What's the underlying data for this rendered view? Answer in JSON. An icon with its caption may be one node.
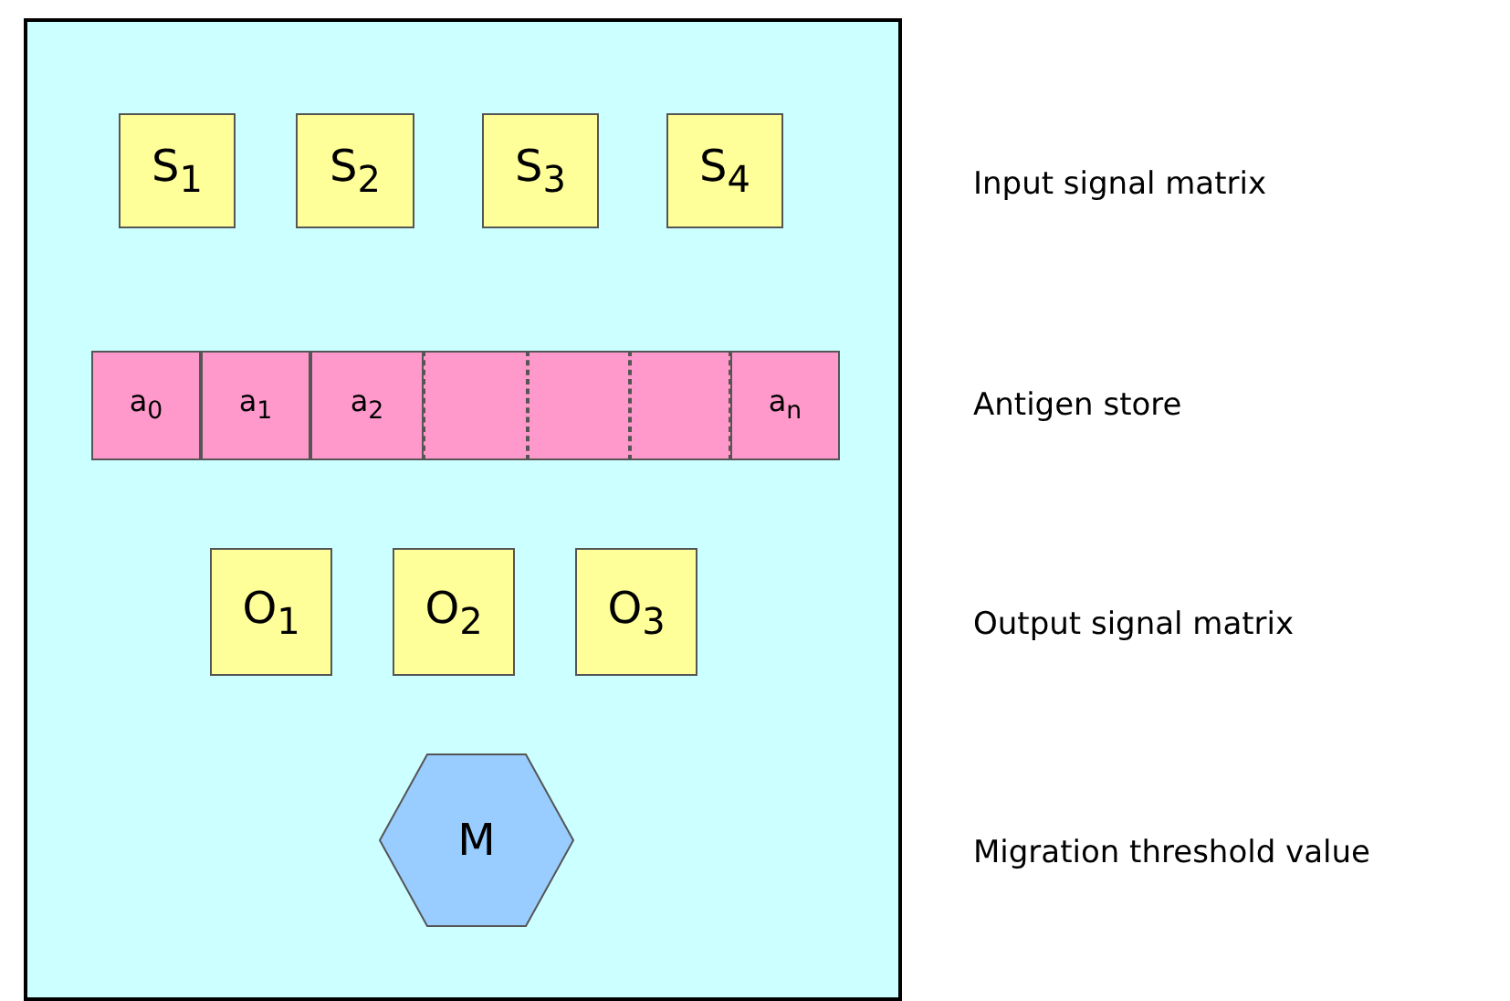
{
  "diagram": {
    "nodes": [
      {
        "text": [],
        "shape": "box"
      },
      {
        "text": [
          "S$_{1}$"
        ],
        "in": 0
      },
      {
        "text": [
          "S$_{2}$"
        ],
        "in": 0
      },
      {
        "text": [
          "S$_{3}$"
        ],
        "in": 0
      },
      {
        "text": [
          "S$_{4}$"
        ],
        "in": 0
      },
      {
        "text": [
          "a$_{0}$"
        ],
        "in": 0
      },
      {
        "text": [
          "a$_{1}$"
        ],
        "in": 0
      },
      {
        "text": [
          "a$_{2}$"
        ],
        "in": 0
      },
      {
        "text": [],
        "shape": "box",
        "in": 0
      },
      {
        "text": [],
        "shape": "box",
        "in": 0
      },
      {
        "text": [],
        "shape": "box",
        "in": 0
      },
      {
        "text": [
          "a$_{n}$"
        ],
        "in": 0
      },
      {
        "text": [
          "O$_{1}$"
        ],
        "in": 0
      },
      {
        "text": [
          "O$_{2}$"
        ],
        "in": 0
      },
      {
        "text": [
          "O$_{3}$"
        ],
        "in": 0
      },
      {
        "text": [
          "M"
        ],
        "in": 0
      }
    ],
    "labels": [
      "Input signal matrix",
      "Antigen store",
      "Output signal matrix",
      "Migration threshold value"
    ]
  }
}
